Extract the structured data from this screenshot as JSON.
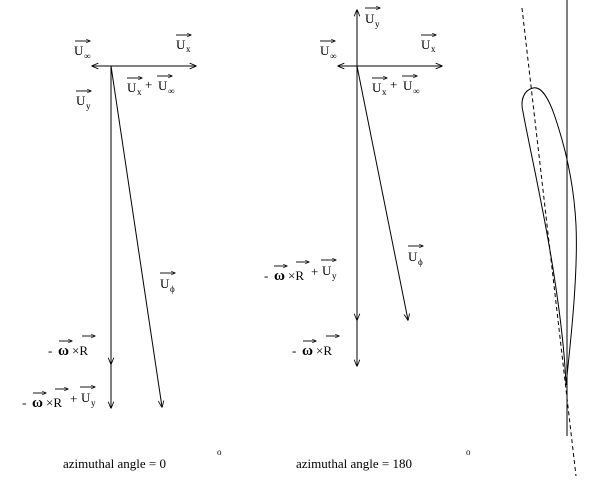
{
  "diagram": {
    "left": {
      "u_inf": "U",
      "u_inf_sub": "∞",
      "u_x": "U",
      "u_x_sub": "x",
      "u_y": "U",
      "u_y_sub": "y",
      "sum_a": "U",
      "sum_a_sub": "x",
      "plus1": "+",
      "sum_b": "U",
      "sum_b_sub": "∞",
      "u_phi": "U",
      "u_phi_sub": "ϕ",
      "omega_r_minus": "-",
      "omega_r_omega": "ω",
      "omega_r_times": "×R",
      "omega_r_uy_minus": "-",
      "omega_r_uy_omega": "ω",
      "omega_r_uy_times": "×R",
      "omega_r_uy_plus": "+",
      "omega_r_uy_u": "U",
      "omega_r_uy_sub": "y",
      "caption": "azimuthal angle = 0",
      "degree": "o"
    },
    "right": {
      "u_y": "U",
      "u_y_sub": "y",
      "u_inf": "U",
      "u_inf_sub": "∞",
      "u_x": "U",
      "u_x_sub": "x",
      "sum_a": "U",
      "sum_a_sub": "x",
      "plus1": "+",
      "sum_b": "U",
      "sum_b_sub": "∞",
      "u_phi": "U",
      "u_phi_sub": "ϕ",
      "omega_r_uy_minus": "-",
      "omega_r_uy_omega": "ω",
      "omega_r_uy_times": "×R",
      "omega_r_uy_plus": "+",
      "omega_r_uy_u": "U",
      "omega_r_uy_sub": "y",
      "omega_r_minus": "-",
      "omega_r_omega": "ω",
      "omega_r_times": "×R",
      "caption": "azimuthal angle = 180",
      "degree": "o"
    }
  }
}
